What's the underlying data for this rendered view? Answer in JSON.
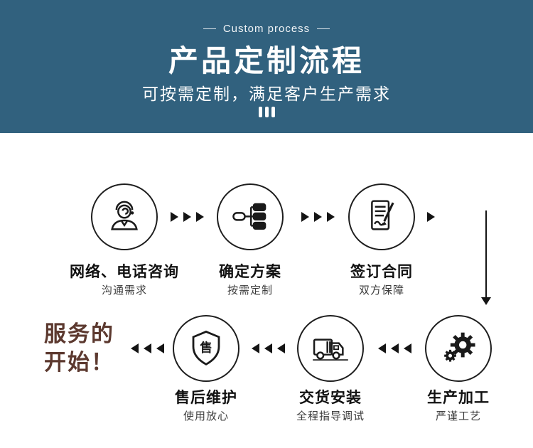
{
  "header": {
    "eyebrow": "Custom process",
    "title": "产品定制流程",
    "subtitle": "可按需定制，满足客户生产需求",
    "bg_color": "#31617E",
    "text_color": "#FFFFFF"
  },
  "flow": {
    "start": {
      "line1": "服务的",
      "line2": "开始！",
      "color": "#5C392F"
    },
    "shield_char": "售",
    "line_color": "#141414",
    "steps": [
      {
        "title": "网络、电话咨询",
        "subtitle": "沟通需求",
        "icon": "customer-consult-icon"
      },
      {
        "title": "确定方案",
        "subtitle": "按需定制",
        "icon": "flowchart-icon"
      },
      {
        "title": "签订合同",
        "subtitle": "双方保障",
        "icon": "contract-sign-icon"
      },
      {
        "title": "生产加工",
        "subtitle": "严谨工艺",
        "icon": "gears-icon"
      },
      {
        "title": "交货安装",
        "subtitle": "全程指导调试",
        "icon": "delivery-truck-icon"
      },
      {
        "title": "售后维护",
        "subtitle": "使用放心",
        "icon": "after-sale-shield-icon"
      }
    ]
  }
}
